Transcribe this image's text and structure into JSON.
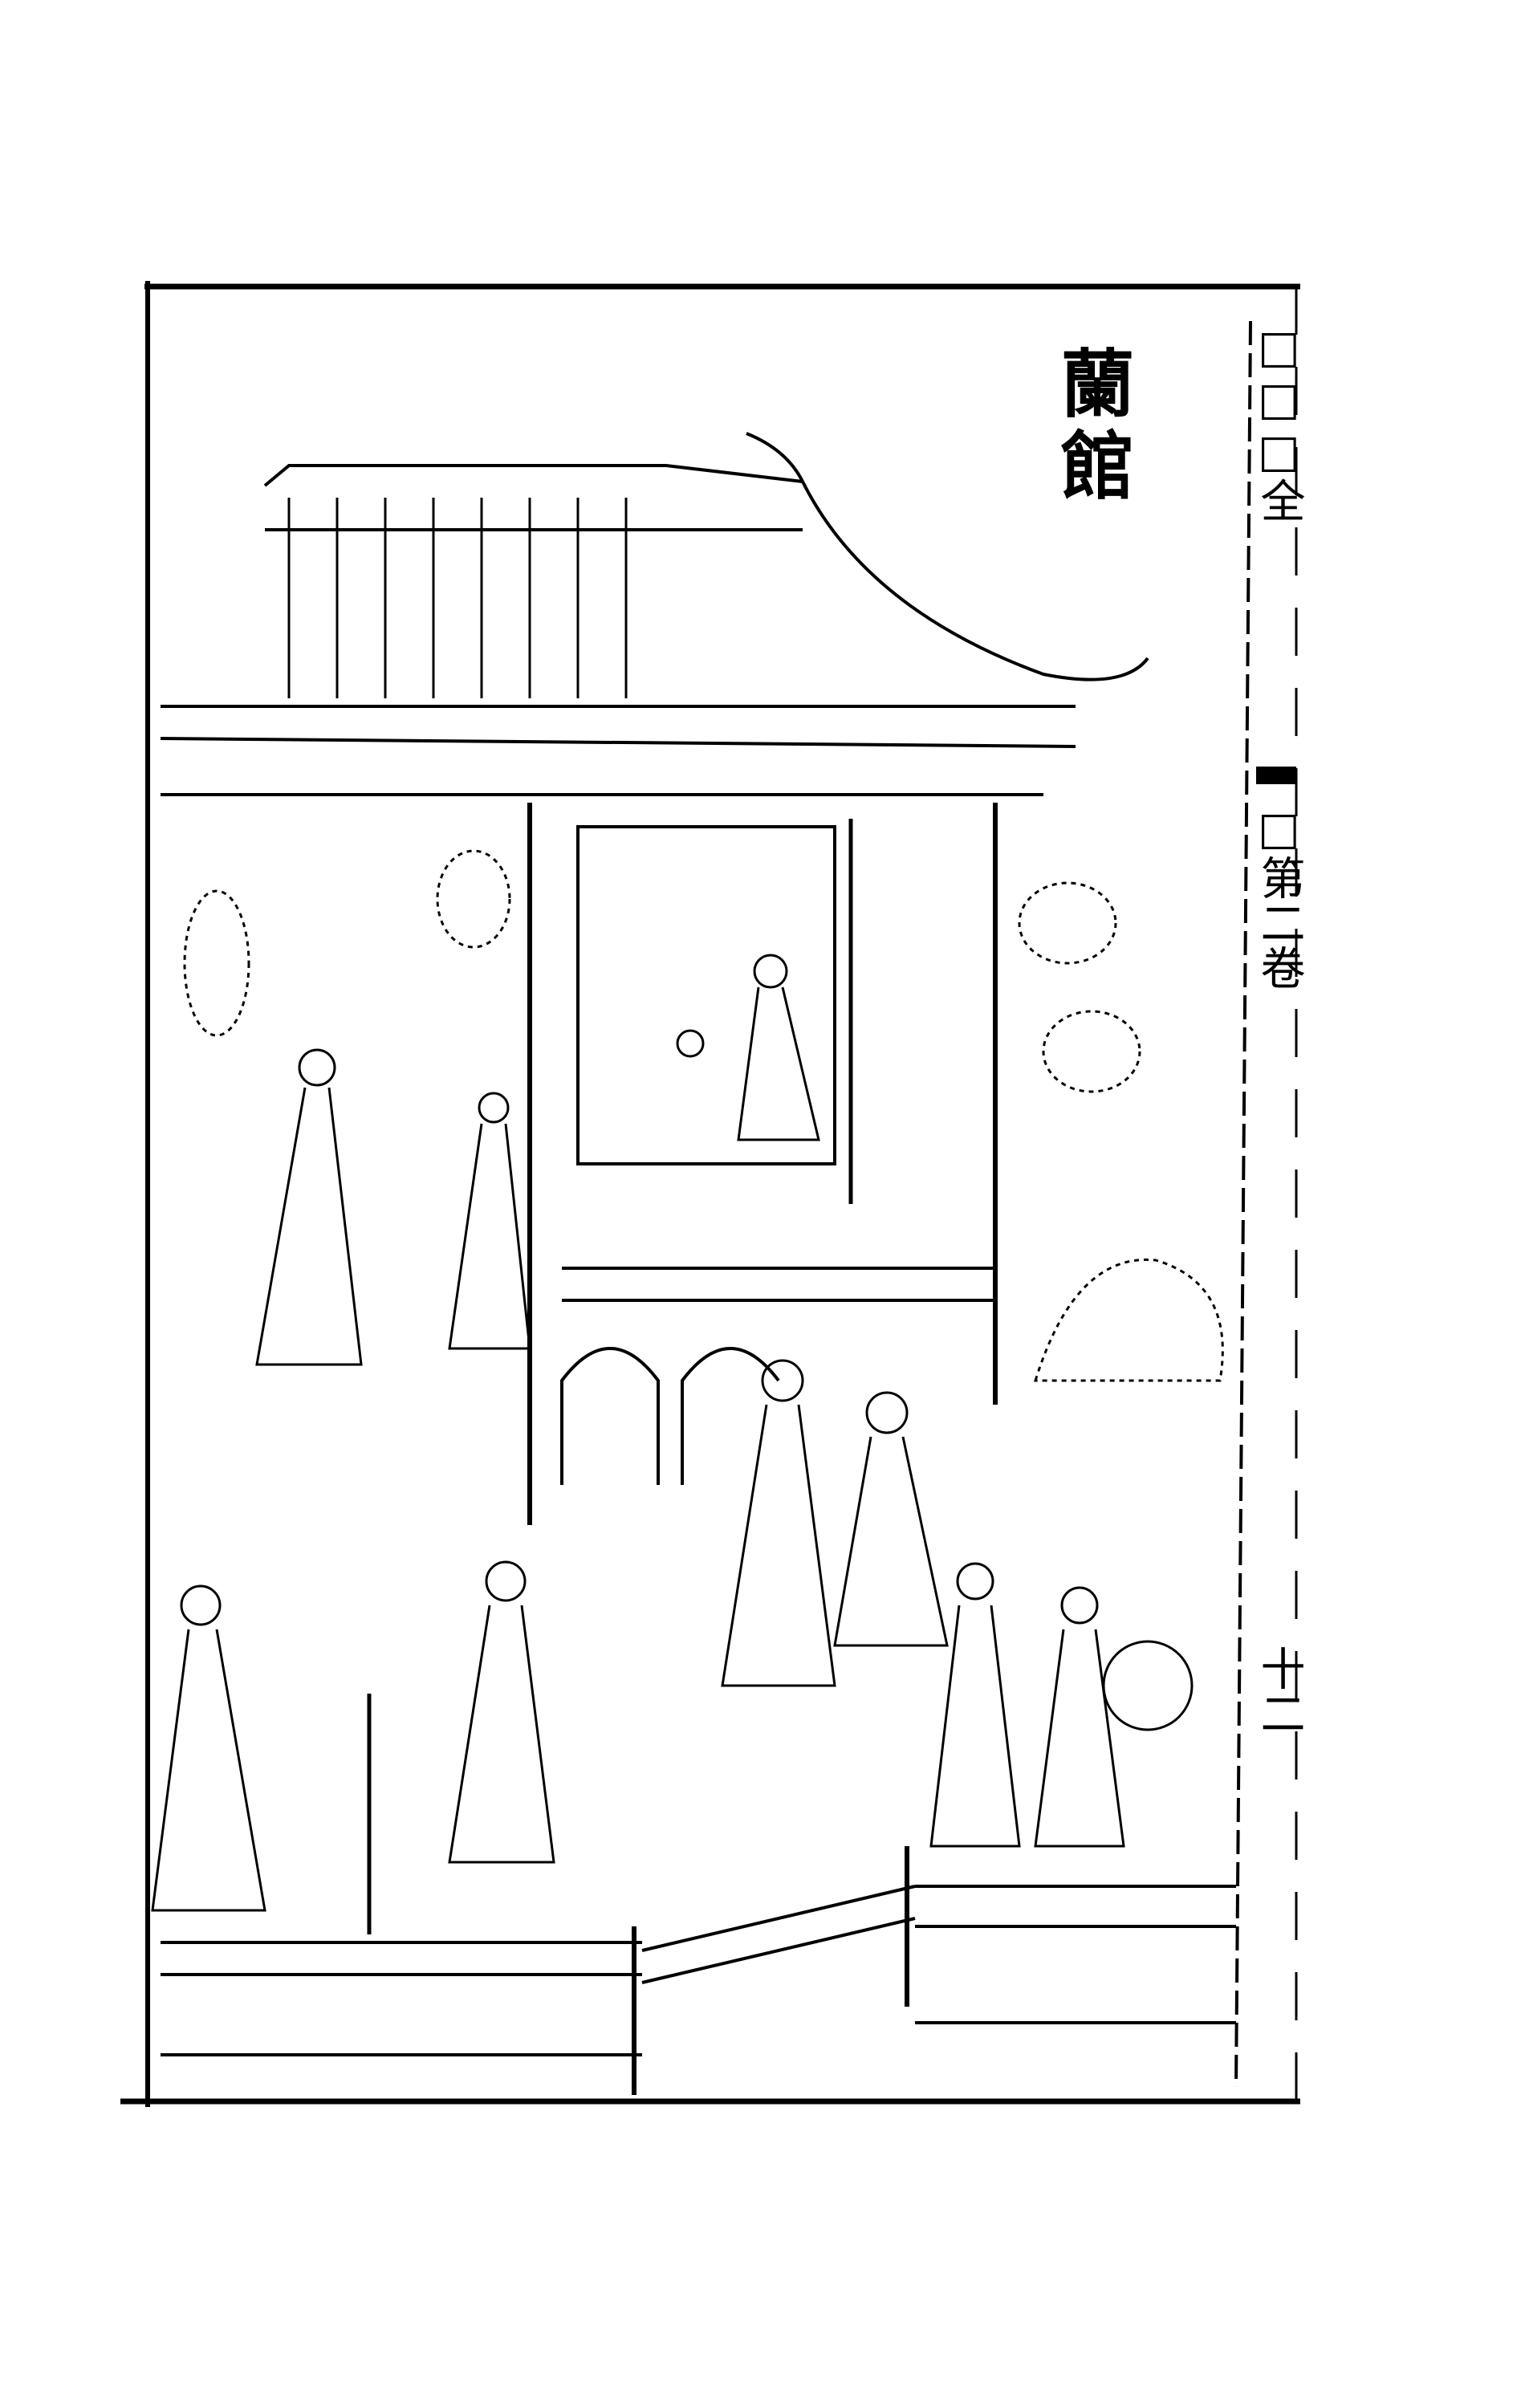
{
  "illustration": {
    "title": "蘭館"
  },
  "margin": {
    "book_title": "□□□全",
    "volume": "□第二卷",
    "page_number": "十二"
  },
  "colors": {
    "ink": "#000000",
    "paper": "#ffffff"
  }
}
